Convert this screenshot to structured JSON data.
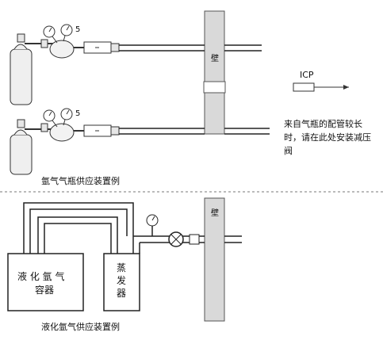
{
  "diagram": {
    "top_caption": "氩气气瓶供应装置例",
    "bottom_caption": "液化氩气供应装置例",
    "regulator_number_1": "5",
    "regulator_number_2": "5",
    "wall_label_top": "壁",
    "wall_label_bottom": "壁",
    "icp_label": "ICP",
    "note_lines": [
      "来自气瓶的配管较长",
      "时，请在此处安装减压",
      "阀"
    ],
    "liquid_container_lines": [
      "液 化 氩 气",
      "容器"
    ],
    "evaporator_chars": [
      "蒸",
      "发",
      "器"
    ]
  }
}
